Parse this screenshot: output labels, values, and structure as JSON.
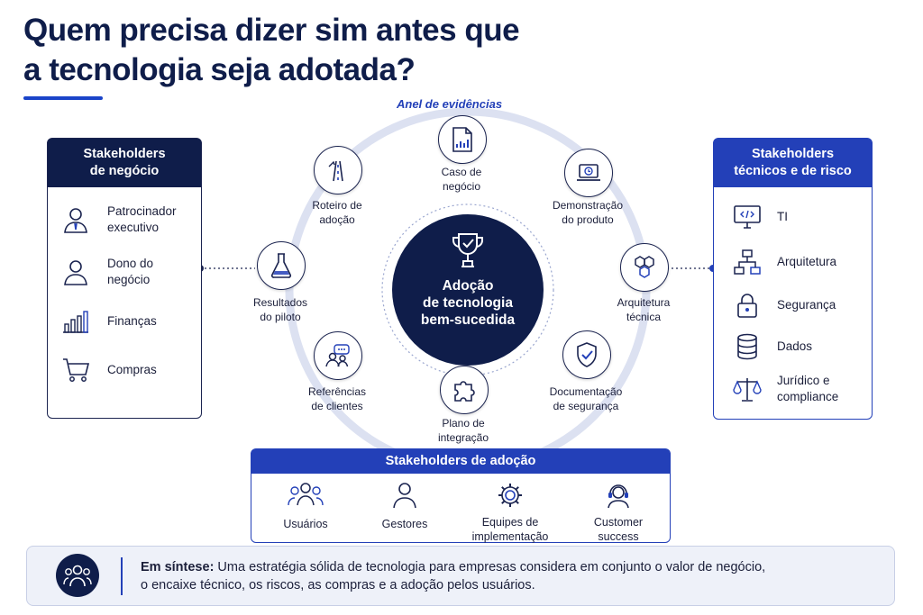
{
  "title": {
    "line1": "Quem precisa dizer sim antes que",
    "line2": "a tecnologia seja adotada?"
  },
  "ring_label": "Anel de evidências",
  "center": {
    "line1": "Adoção",
    "line2": "de tecnologia",
    "line3": "bem-sucedida",
    "icon": "trophy-icon"
  },
  "evidence_nodes": [
    {
      "line1": "Caso de",
      "line2": "negócio",
      "icon": "report-icon"
    },
    {
      "line1": "Demonstração",
      "line2": "do produto",
      "icon": "laptop-icon"
    },
    {
      "line1": "Arquitetura",
      "line2": "técnica",
      "icon": "cubes-icon"
    },
    {
      "line1": "Documentação",
      "line2": "de segurança",
      "icon": "shield-icon"
    },
    {
      "line1": "Plano de",
      "line2": "integração",
      "icon": "puzzle-icon"
    },
    {
      "line1": "Referências",
      "line2": "de clientes",
      "icon": "chat-people-icon"
    },
    {
      "line1": "Resultados",
      "line2": "do piloto",
      "icon": "flask-icon"
    },
    {
      "line1": "Roteiro de",
      "line2": "adoção",
      "icon": "road-icon"
    }
  ],
  "business_panel": {
    "title_line1": "Stakeholders",
    "title_line2": "de negócio",
    "items": [
      {
        "line1": "Patrocinador",
        "line2": "executivo",
        "icon": "executive-icon"
      },
      {
        "line1": "Dono do",
        "line2": "negócio",
        "icon": "person-icon"
      },
      {
        "line1": "Finanças",
        "line2": "",
        "icon": "bar-chart-icon"
      },
      {
        "line1": "Compras",
        "line2": "",
        "icon": "cart-icon"
      }
    ]
  },
  "tech_panel": {
    "title_line1": "Stakeholders",
    "title_line2": "técnicos e de risco",
    "items": [
      {
        "line1": "TI",
        "line2": "",
        "icon": "code-monitor-icon"
      },
      {
        "line1": "Arquitetura",
        "line2": "",
        "icon": "hierarchy-icon"
      },
      {
        "line1": "Segurança",
        "line2": "",
        "icon": "lock-icon"
      },
      {
        "line1": "Dados",
        "line2": "",
        "icon": "database-icon"
      },
      {
        "line1": "Jurídico e",
        "line2": "compliance",
        "icon": "scales-icon"
      }
    ]
  },
  "adoption_panel": {
    "title": "Stakeholders de adoção",
    "items": [
      {
        "line1": "Usuários",
        "line2": "",
        "icon": "users-icon"
      },
      {
        "line1": "Gestores",
        "line2": "",
        "icon": "manager-icon"
      },
      {
        "line1": "Equipes de",
        "line2": "implementação",
        "icon": "gear-icon"
      },
      {
        "line1": "Customer",
        "line2": "success",
        "icon": "headset-icon"
      }
    ]
  },
  "summary": {
    "lead": "Em síntese:",
    "text_line1": " Uma estratégia sólida de tecnologia para empresas considera em conjunto o valor de negócio,",
    "text_line2": "o encaixe técnico, os riscos, as compras e a adoção pelos usuários.",
    "icon": "group-icon"
  },
  "colors": {
    "navy": "#0f1d4a",
    "accent_blue": "#2340b8",
    "ring": "#d9def0"
  }
}
